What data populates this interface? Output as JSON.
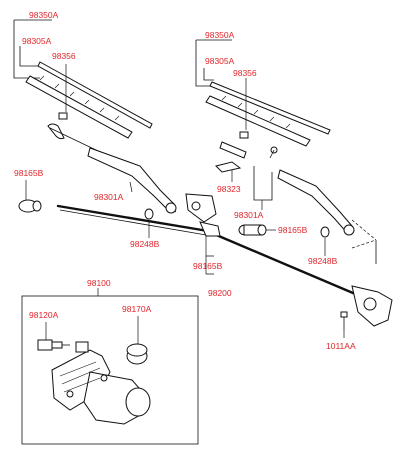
{
  "labels": {
    "l1_98350A": "98350A",
    "l1_98305A": "98305A",
    "l1_98356": "98356",
    "l1_98165B": "98165B",
    "l1_98301A": "98301A",
    "l1_98248B": "98248B",
    "r_98350A": "98350A",
    "r_98305A": "98305A",
    "r_98356": "98356",
    "r_98323": "98323",
    "r_98301A": "98301A",
    "r_98165B": "98165B",
    "r_98248B": "98248B",
    "c_98165B": "98165B",
    "c_98200": "98200",
    "c_1011AA": "1011AA",
    "m_98100": "98100",
    "m_98120A": "98120A",
    "m_98170A": "98170A"
  }
}
